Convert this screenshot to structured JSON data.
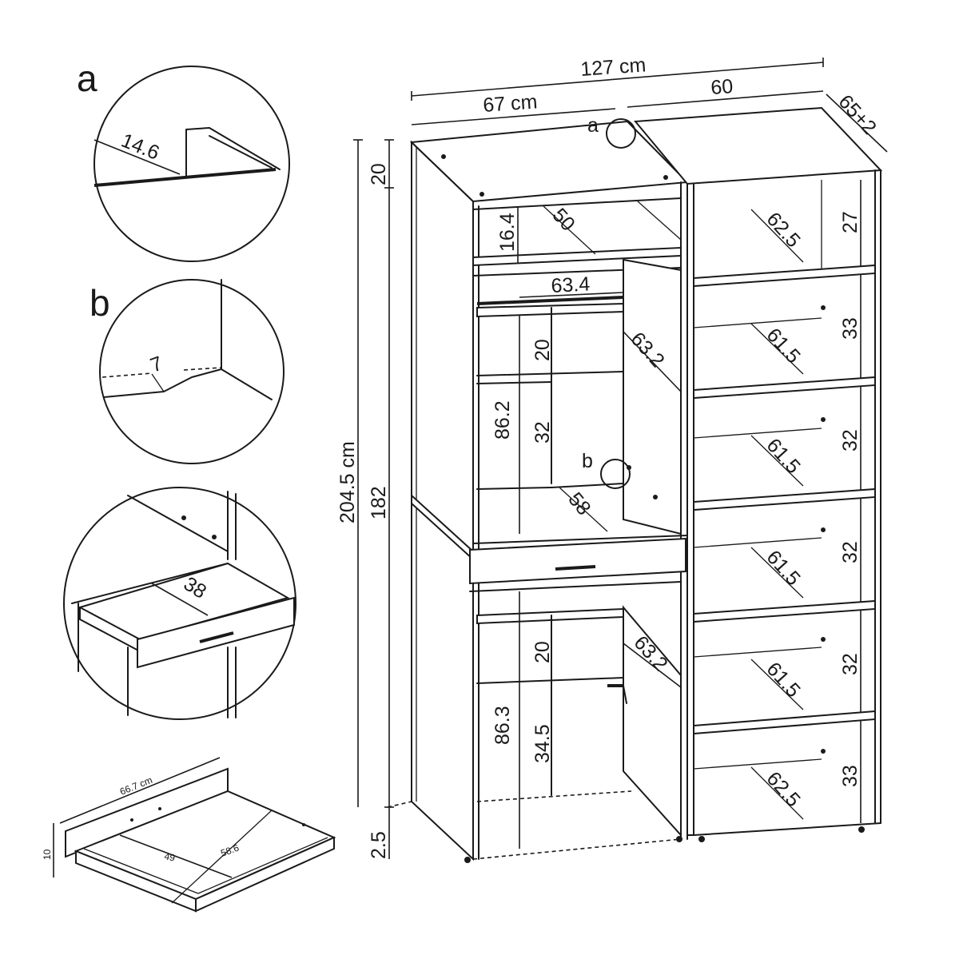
{
  "overall": {
    "width_total": "127 cm",
    "width_left": "67 cm",
    "width_right": "60",
    "depth": "65+2",
    "height_total": "204.5 cm",
    "height_body": "182",
    "top_section": "20",
    "plinth": "2.5"
  },
  "left_unit": {
    "top_compartment_height": "16.4",
    "top_compartment_depth": "50",
    "rail_width": "63.4",
    "upper_door_height": "86.2",
    "upper_door_width": "63.2",
    "upper_shelf_gap_a": "20",
    "upper_shelf_gap_b": "32",
    "upper_shelf_depth": "58",
    "lower_door_height": "86.3",
    "lower_door_width": "63.2",
    "lower_shelf_gap_a": "20",
    "lower_shelf_gap_b": "34.5",
    "marker_a": "a",
    "marker_b": "b"
  },
  "right_unit": {
    "shelves": [
      {
        "depth": "62.5",
        "gap": "27"
      },
      {
        "depth": "61.5",
        "gap": "33"
      },
      {
        "depth": "61.5",
        "gap": "32"
      },
      {
        "depth": "61.5",
        "gap": "32"
      },
      {
        "depth": "61.5",
        "gap": "32"
      },
      {
        "depth": "62.5",
        "gap": "33"
      }
    ]
  },
  "details": {
    "a_label": "a",
    "a_value": "14.6",
    "b_label": "b",
    "b_value": "7",
    "drawer_depth": "38"
  },
  "drawer_part": {
    "width": "66.7 cm",
    "height": "10",
    "inner_width": "49",
    "inner_depth": "58.6"
  }
}
